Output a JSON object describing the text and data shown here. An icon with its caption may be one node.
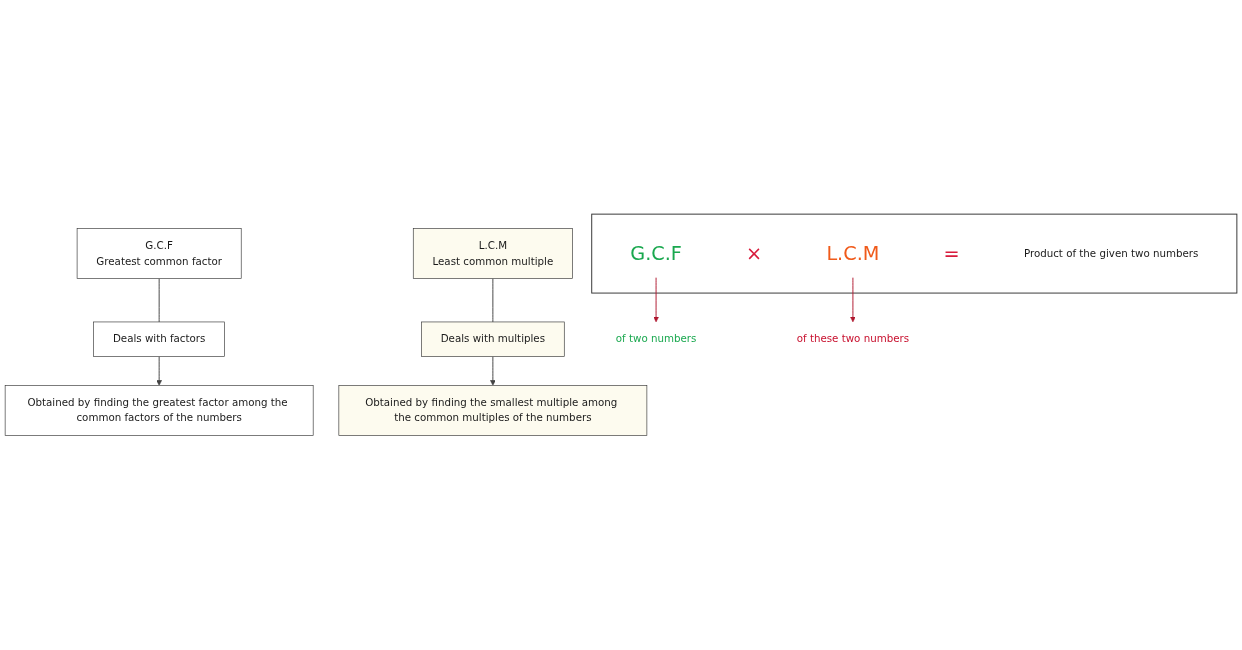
{
  "diagram": {
    "nodes": [
      {
        "text": [
          "G.C.F",
          "Greatest common factor"
        ]
      },
      {
        "text": [
          "Deals with factors"
        ]
      },
      {
        "text": [
          "Obtained by finding the greatest factor among the common factors of the numbers"
        ]
      },
      {
        "text": [
          "L.C.M",
          "Least common multiple"
        ]
      },
      {
        "text": [
          "Deals with multiples"
        ]
      },
      {
        "text": [
          "Obtained by finding the smallest multiple among the common multiples of the numbers"
        ]
      },
      {
        "text": [],
        "shape": "box"
      },
      {
        "text": [
          "G.C.F"
        ],
        "in": 6
      },
      {
        "text": [
          "×"
        ],
        "in": 6
      },
      {
        "text": [
          "L.C.M"
        ],
        "in": 6
      },
      {
        "text": [
          "="
        ],
        "in": 6
      },
      {
        "text": [
          "Product of the given two numbers"
        ],
        "in": 6
      },
      {
        "text": [
          "of two numbers"
        ]
      },
      {
        "text": [
          "of these two numbers"
        ]
      }
    ],
    "edges": [
      {
        "from": 0,
        "to": 1,
        "arrow": "none"
      },
      {
        "from": 1,
        "to": 2,
        "arrow": "to"
      },
      {
        "from": 3,
        "to": 4,
        "arrow": "none"
      },
      {
        "from": 4,
        "to": 5,
        "arrow": "to"
      },
      {
        "from": 7,
        "to": 12,
        "arrow": "to",
        "color": "#b0172f"
      },
      {
        "from": 9,
        "to": 13,
        "arrow": "to",
        "color": "#b0172f"
      }
    ]
  }
}
